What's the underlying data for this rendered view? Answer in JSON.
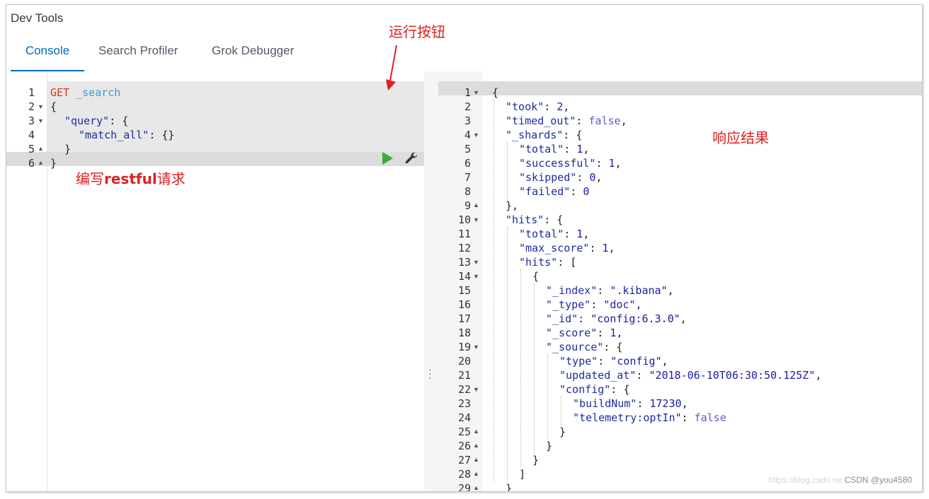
{
  "app": {
    "title": "Dev Tools"
  },
  "tabs": [
    {
      "label": "Console",
      "active": true
    },
    {
      "label": "Search Profiler",
      "active": false
    },
    {
      "label": "Grok Debugger",
      "active": false
    }
  ],
  "request": {
    "line_numbers": [
      "1",
      "2",
      "3",
      "4",
      "5",
      "6"
    ],
    "lines": [
      {
        "method": "GET",
        "endpoint": "_search"
      },
      {
        "text": "{"
      },
      {
        "key": "\"query\"",
        "rest": ": {"
      },
      {
        "key": "\"match_all\"",
        "rest": ": {}"
      },
      {
        "text": "}"
      },
      {
        "text": "}"
      }
    ]
  },
  "response": {
    "line_numbers": [
      "1",
      "2",
      "3",
      "4",
      "5",
      "6",
      "7",
      "8",
      "9",
      "10",
      "11",
      "12",
      "13",
      "14",
      "15",
      "16",
      "17",
      "18",
      "19",
      "20",
      "21",
      "22",
      "23",
      "24",
      "25",
      "26",
      "27",
      "28",
      "29"
    ],
    "lines": [
      "{",
      "\"took\": 2,",
      "\"timed_out\": false,",
      "\"_shards\": {",
      "\"total\": 1,",
      "\"successful\": 1,",
      "\"skipped\": 0,",
      "\"failed\": 0",
      "},",
      "\"hits\": {",
      "\"total\": 1,",
      "\"max_score\": 1,",
      "\"hits\": [",
      "{",
      "\"_index\": \".kibana\",",
      "\"_type\": \"doc\",",
      "\"_id\": \"config:6.3.0\",",
      "\"_score\": 1,",
      "\"_source\": {",
      "\"type\": \"config\",",
      "\"updated_at\": \"2018-06-10T06:30:50.125Z\",",
      "\"config\": {",
      "\"buildNum\": 17230,",
      "\"telemetry:optIn\": false",
      "}",
      "}",
      "}",
      "]",
      "}"
    ]
  },
  "annotations": {
    "run_button": "运行按钮",
    "write_request_prefix": "编写",
    "write_request_bold": "restful",
    "write_request_suffix": "请求",
    "response_result": "响应结果"
  },
  "icons": {
    "run": "play-icon",
    "settings": "wrench-icon",
    "resize": "vertical-dots-icon"
  },
  "colors": {
    "accent": "#006bb4",
    "run_green": "#3caa3c",
    "annotation_red": "#e02020"
  },
  "watermark": {
    "faint": "https://blog.csdn.ne",
    "text": "CSDN @you4580"
  }
}
